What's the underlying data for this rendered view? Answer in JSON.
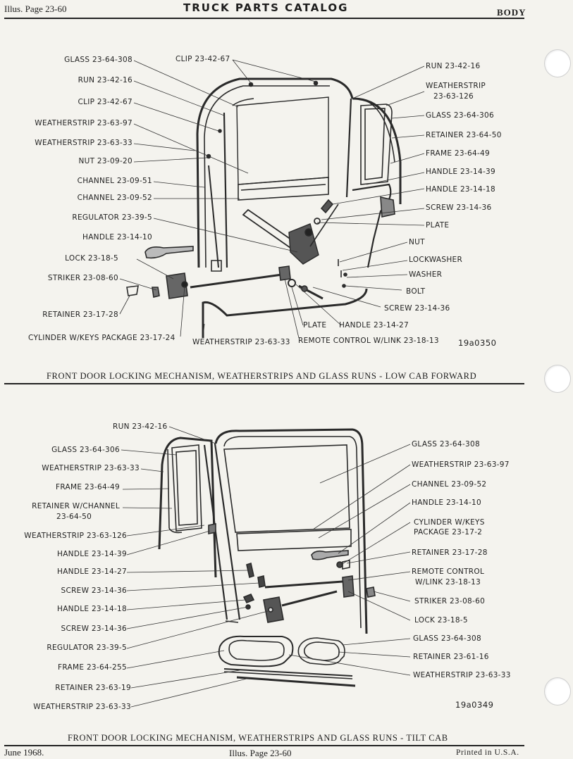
{
  "header": {
    "illus_page": "Illus. Page 23-60",
    "title": "TRUCK PARTS CATALOG",
    "section": "BODY"
  },
  "figure1": {
    "caption": "FRONT DOOR LOCKING MECHANISM, WEATHERSTRIPS AND GLASS RUNS - LOW CAB FORWARD",
    "figure_id": "19a0350",
    "left_labels": [
      "GLASS 23-64-308",
      "RUN 23-42-16",
      "CLIP 23-42-67",
      "WEATHERSTRIP 23-63-97",
      "WEATHERSTRIP 23-63-33",
      "NUT 23-09-20",
      "CHANNEL 23-09-51",
      "CHANNEL 23-09-52",
      "REGULATOR 23-39-5",
      "HANDLE 23-14-10",
      "LOCK 23-18-5",
      "STRIKER 23-08-60",
      "RETAINER 23-17-28"
    ],
    "top_label": "CLIP 23-42-67",
    "right_labels": [
      "RUN 23-42-16",
      "WEATHERSTRIP",
      "23-63-126",
      "GLASS 23-64-306",
      "RETAINER 23-64-50",
      "FRAME 23-64-49",
      "HANDLE 23-14-39",
      "HANDLE 23-14-18",
      "SCREW 23-14-36",
      "PLATE",
      "NUT",
      "LOCKWASHER",
      "WASHER",
      "BOLT",
      "SCREW 23-14-36"
    ],
    "bottom_labels": [
      "CYLINDER W/KEYS PACKAGE 23-17-24",
      "WEATHERSTRIP 23-63-33",
      "PLATE",
      "HANDLE 23-14-27",
      "REMOTE CONTROL W/LINK 23-18-13"
    ]
  },
  "figure2": {
    "caption": "FRONT DOOR LOCKING MECHANISM, WEATHERSTRIPS AND GLASS RUNS - TILT CAB",
    "figure_id": "19a0349",
    "top_label": "RUN 23-42-16",
    "left_labels": [
      "GLASS 23-64-306",
      "WEATHERSTRIP 23-63-33",
      "FRAME 23-64-49",
      "RETAINER W/CHANNEL",
      "23-64-50",
      "WEATHERSTRIP 23-63-126",
      "HANDLE 23-14-39",
      "HANDLE 23-14-27",
      "SCREW 23-14-36",
      "HANDLE 23-14-18",
      "SCREW 23-14-36",
      "REGULATOR 23-39-5",
      "FRAME 23-64-255",
      "RETAINER 23-63-19",
      "WEATHERSTRIP 23-63-33"
    ],
    "right_labels": [
      "GLASS 23-64-308",
      "WEATHERSTRIP 23-63-97",
      "CHANNEL 23-09-52",
      "HANDLE 23-14-10",
      "CYLINDER W/KEYS",
      "PACKAGE 23-17-2",
      "RETAINER 23-17-28",
      "REMOTE CONTROL",
      "W/LINK 23-18-13",
      "STRIKER 23-08-60",
      "LOCK 23-18-5",
      "GLASS 23-64-308",
      "RETAINER 23-61-16",
      "WEATHERSTRIP 23-63-33"
    ]
  },
  "footer": {
    "date": "June 1968.",
    "illus_page": "Illus. Page 23-60",
    "printed": "Printed in U.S.A."
  }
}
